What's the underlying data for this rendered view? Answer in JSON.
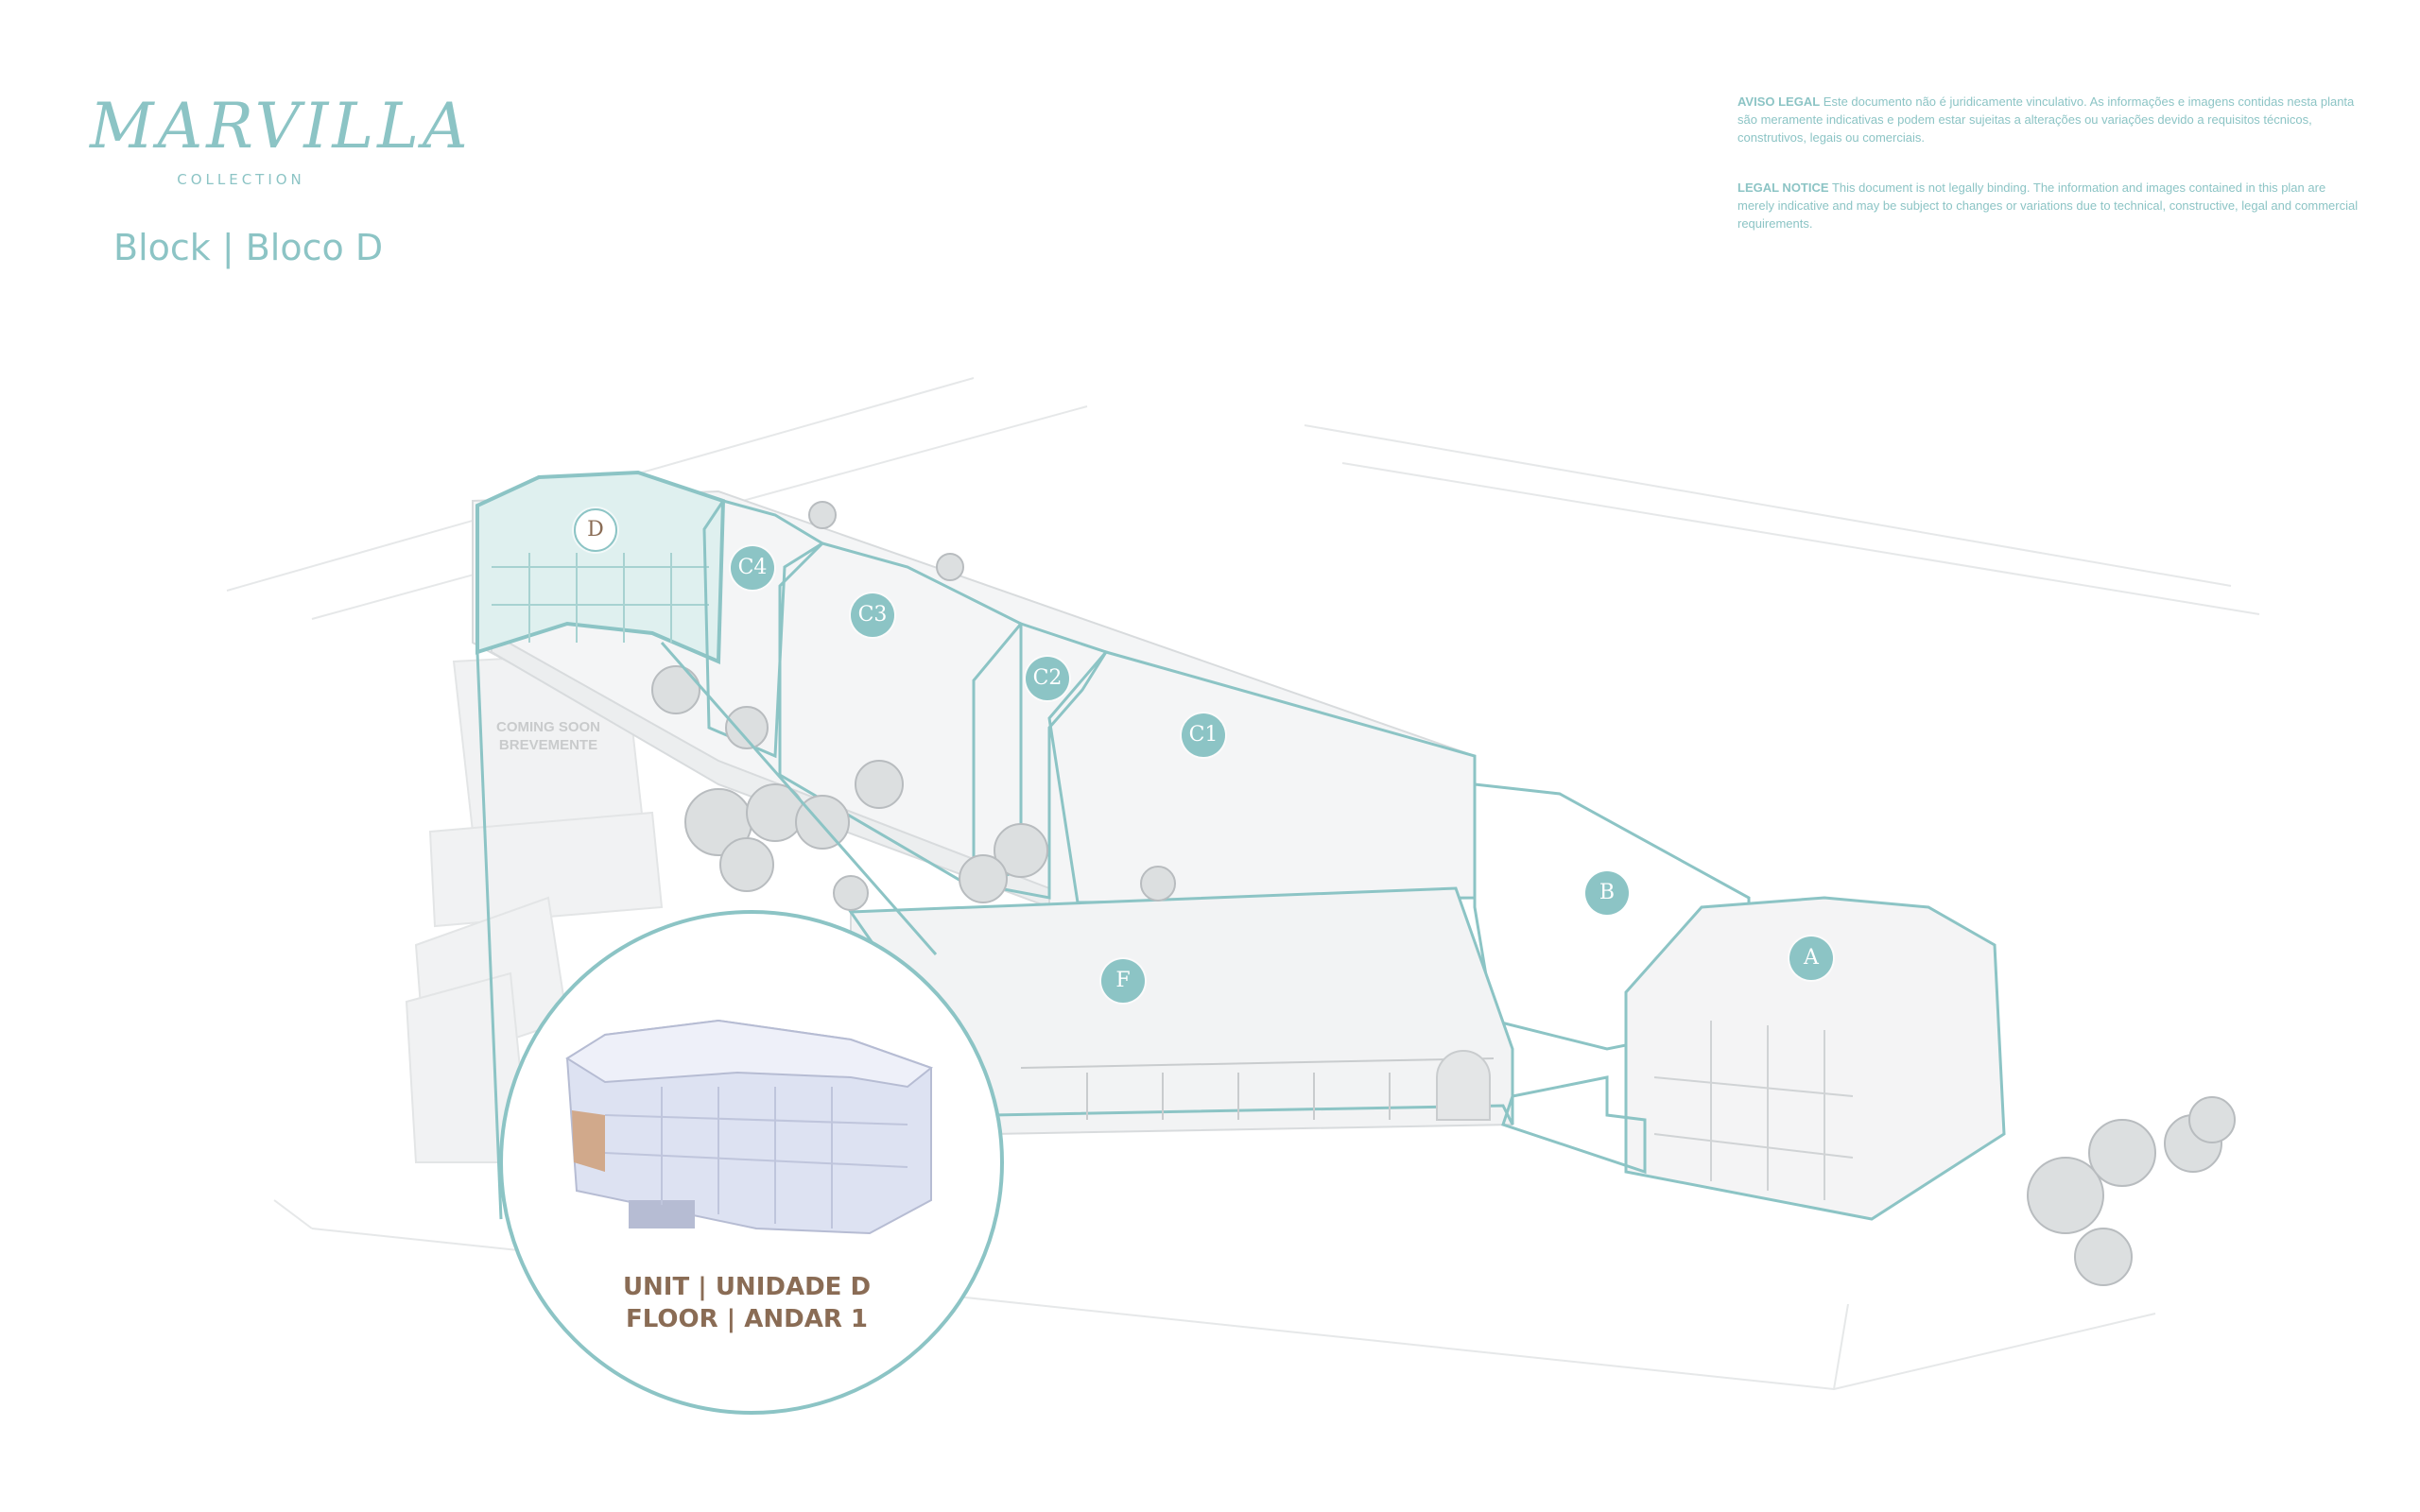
{
  "brand": {
    "name": "MARVILLA",
    "subtitle": "COLLECTION"
  },
  "header": {
    "block_title": "Block | Bloco D"
  },
  "legal": {
    "pt_heading": "AVISO LEGAL",
    "pt_text": "Este documento não é juridicamente vinculativo. As informações e imagens contidas nesta planta são meramente indicativas e podem estar sujeitas a alterações ou variações devido a requisitos técnicos, construtivos, legais ou comerciais.",
    "en_heading": "LEGAL NOTICE",
    "en_text": "This document is not legally binding. The information and images contained in this plan are merely indicative and may be subject to changes or variations due to technical, constructive, legal and commercial requirements."
  },
  "scene": {
    "coming_soon_en": "COMING SOON",
    "coming_soon_pt": "BREVEMENTE",
    "selected_block": "D",
    "markers": [
      "D",
      "C4",
      "C3",
      "C2",
      "C1",
      "B",
      "A",
      "F"
    ]
  },
  "unit_bubble": {
    "unit_label": "UNIT | UNIDADE D",
    "floor_label": "FLOOR | ANDAR 1"
  },
  "colors": {
    "accent": "#8cc4c5",
    "brown": "#8a6c55",
    "highlight": "#dff0ef"
  }
}
